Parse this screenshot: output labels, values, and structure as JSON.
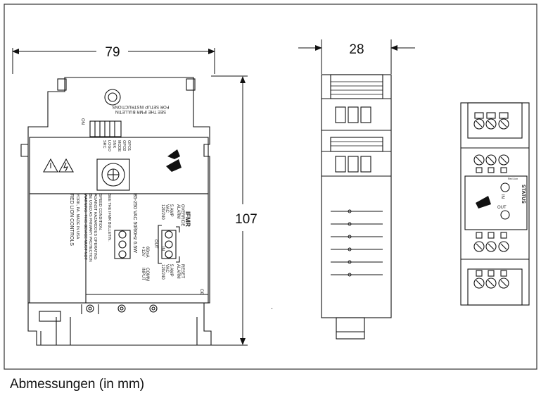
{
  "dimensions": {
    "width_mm": "79",
    "depth_mm": "28",
    "height_mm": "107"
  },
  "caption": "Abmessungen (in mm)",
  "front_panel": {
    "setup_note": [
      "SEE THE IFMR BULLETIN",
      "FOR SETUP INSTRUCTIONS"
    ],
    "switch_on_label": "ON",
    "dip_labels": [
      "OPO1",
      "OPO2",
      "MODE",
      "SNK",
      "LOGO",
      "SRC"
    ],
    "brand": "RED LION CONTROLS",
    "brand_address": "YORK, PA. MADE IN USA",
    "power_spec": "85-250 VAC 50/60Hz 6.5W",
    "warning": [
      "WARNING: THIS DEVICE MUST NOT",
      "BE USED AS PRIMARY PROTECTION",
      "AGAINST HAZARDOUS OPERATING",
      "SPEED CONDITION."
    ],
    "see_bulletin": "SEE THE IFMR BULLETIN.",
    "model": "IFMR",
    "relay_rating_left": [
      "120/240",
      "VAC",
      "5 AMP"
    ],
    "relay_rating_right": [
      "120/240",
      "VAC",
      "5 AMP"
    ],
    "alarm_override": [
      "ALARM",
      "OVERRIDE"
    ],
    "alarm_reset": [
      "ALARM",
      "RESET"
    ],
    "supply": [
      "+12V",
      "60mA"
    ],
    "input_label": [
      "INPUT",
      "COMM"
    ],
    "out_label": "OUT",
    "in_label": "IN",
    "code": "C€"
  },
  "side_panel": {
    "status_label": "STATUS",
    "in_label": "IN",
    "out_label": "OUT",
    "stamp_label": "Red Lion"
  },
  "icons": [
    "hazard-triangle-icon",
    "lightning-warning-icon",
    "red-lion-logo-icon",
    "rotary-dial-icon",
    "screw-terminal-icon"
  ]
}
